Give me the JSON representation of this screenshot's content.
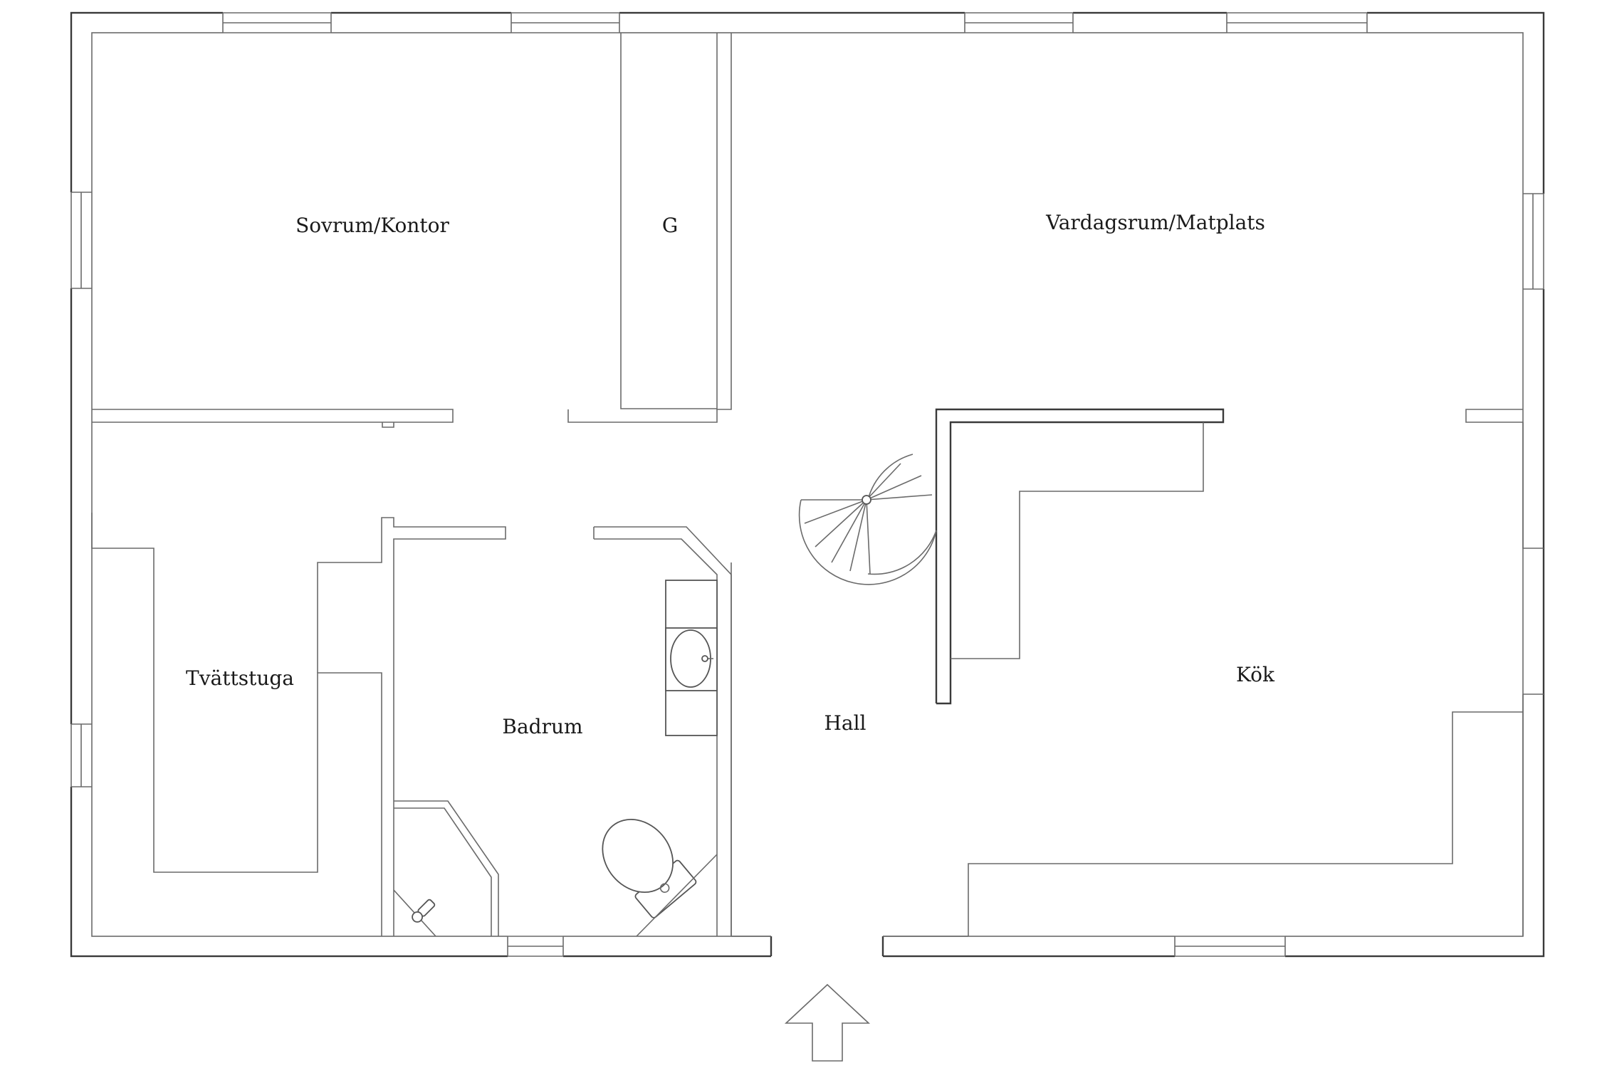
{
  "rooms": {
    "sovrum": "Sovrum/Kontor",
    "garderob": "G",
    "vardagsrum": "Vardagsrum/Matplats",
    "tvattstuga": "Tvättstuga",
    "badrum": "Badrum",
    "hall": "Hall",
    "kok": "Kök"
  },
  "icons": {
    "entrance": "entrance-arrow-icon",
    "stair": "spiral-staircase-icon",
    "toilet": "toilet-icon",
    "sink": "sink-icon",
    "shower": "shower-icon"
  },
  "colors": {
    "line": "#3a3a3a",
    "background": "#ffffff"
  }
}
